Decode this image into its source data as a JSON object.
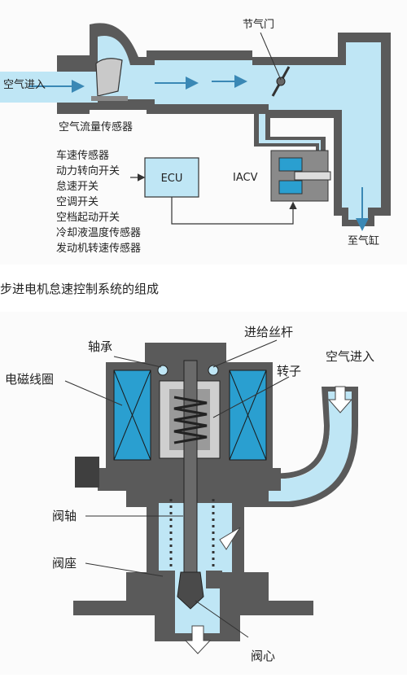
{
  "top_diagram": {
    "labels": {
      "throttle": "节气门",
      "air_in": "空气进入",
      "airflow_sensor": "空气流量传感器",
      "ecu": "ECU",
      "iacv": "IACV",
      "to_cylinder": "至气缸"
    },
    "inputs": [
      "车速传感器",
      "动力转向开关",
      "怠速开关",
      "空调开关",
      "空档起动开关",
      "冷却液温度传感器",
      "发动机转速传感器"
    ]
  },
  "caption": "步进电机怠速控制系统的组成",
  "bottom_diagram": {
    "labels": {
      "bearing": "轴承",
      "feed_screw": "进给丝杆",
      "coil": "电磁线圈",
      "rotor": "转子",
      "air_in": "空气进入",
      "valve_shaft": "阀轴",
      "valve_seat": "阀座",
      "valve_core": "阀心"
    }
  },
  "colors": {
    "air": "#bfe6f5",
    "body": "#5a5a5a",
    "coil": "#2a9fd0",
    "arrow": "#8a8a8a"
  }
}
